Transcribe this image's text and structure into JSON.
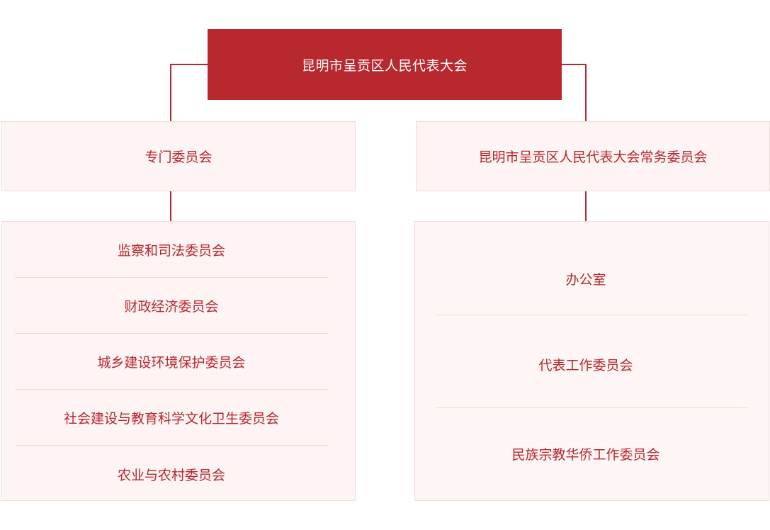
{
  "root": {
    "label": "昆明市呈贡区人民代表大会"
  },
  "left": {
    "label": "专门委员会",
    "items": [
      "监察和司法委员会",
      "财政经济委员会",
      "城乡建设环境保护委员会",
      "社会建设与教育科学文化卫生委员会",
      "农业与农村委员会"
    ]
  },
  "right": {
    "label": "昆明市呈贡区人民代表大会常务委员会",
    "items": [
      "办公室",
      "代表工作委员会",
      "民族宗教华侨工作委员会"
    ]
  },
  "colors": {
    "primary": "#b8282f",
    "box_bg": "#fdf4f3",
    "border": "#f2dcda"
  }
}
